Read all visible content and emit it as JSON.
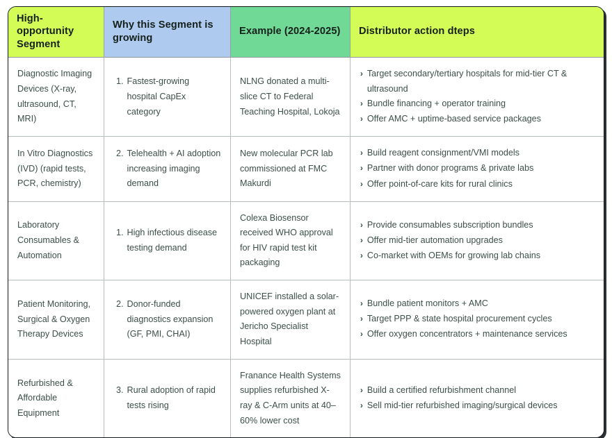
{
  "table": {
    "headers": [
      {
        "label": "High-opportunity Segment",
        "color": "#d4fc57",
        "name": "header-segment"
      },
      {
        "label": "Why this Segment is growing",
        "color": "#aecbef",
        "name": "header-why-growing"
      },
      {
        "label": "Example (2024-2025)",
        "color": "#70d995",
        "name": "header-example"
      },
      {
        "label": "Distributor action dteps",
        "color": "#d4fc57",
        "name": "header-distributor-actions"
      }
    ],
    "rows": [
      {
        "segment": "Diagnostic Imaging Devices (X-ray, ultrasound, CT, MRI)",
        "why_number": "1.",
        "why_text": "Fastest-growing hospital CapEx category",
        "example": "NLNG donated a multi-slice CT to Federal Teaching Hospital, Lokoja",
        "actions": [
          "Target secondary/tertiary hospitals for mid-tier CT & ultrasound",
          "Bundle financing + operator training",
          "Offer AMC + uptime-based service packages"
        ]
      },
      {
        "segment": "In Vitro Diagnostics (IVD) (rapid tests, PCR, chemistry)",
        "why_number": "2.",
        "why_text": "Telehealth + AI adoption increasing imaging demand",
        "example": "New molecular PCR lab commissioned at FMC Makurdi",
        "actions": [
          "Build reagent consignment/VMI models",
          "Partner with donor programs & private labs",
          "Offer point-of-care kits for rural clinics"
        ]
      },
      {
        "segment": "Laboratory Consumables & Automation",
        "why_number": "1.",
        "why_text": "High infectious disease testing demand",
        "example": "Colexa Biosensor received WHO approval for HIV rapid test kit packaging",
        "actions": [
          "Provide consumables subscription bundles",
          "Offer mid-tier automation upgrades",
          "Co-market with OEMs for growing lab chains"
        ]
      },
      {
        "segment": "Patient Monitoring, Surgical & Oxygen Therapy Devices",
        "why_number": "2.",
        "why_text": "Donor-funded diagnostics expansion (GF, PMI, CHAI)",
        "example": "UNICEF installed a solar-powered oxygen plant at Jericho Specialist Hospital",
        "actions": [
          "Bundle patient monitors + AMC",
          "Target PPP & state hospital procurement cycles",
          "Offer oxygen concentrators + maintenance services"
        ]
      },
      {
        "segment": "Refurbished & Affordable Equipment",
        "why_number": "3.",
        "why_text": "Rural adoption of rapid tests rising",
        "example": "Franance Health Systems supplies refurbished X-ray & C-Arm units at 40–60% lower cost",
        "actions": [
          "Build a certified refurbishment channel",
          "Sell mid-tier refurbished imaging/surgical devices"
        ]
      }
    ],
    "bullet_glyph": "›"
  }
}
